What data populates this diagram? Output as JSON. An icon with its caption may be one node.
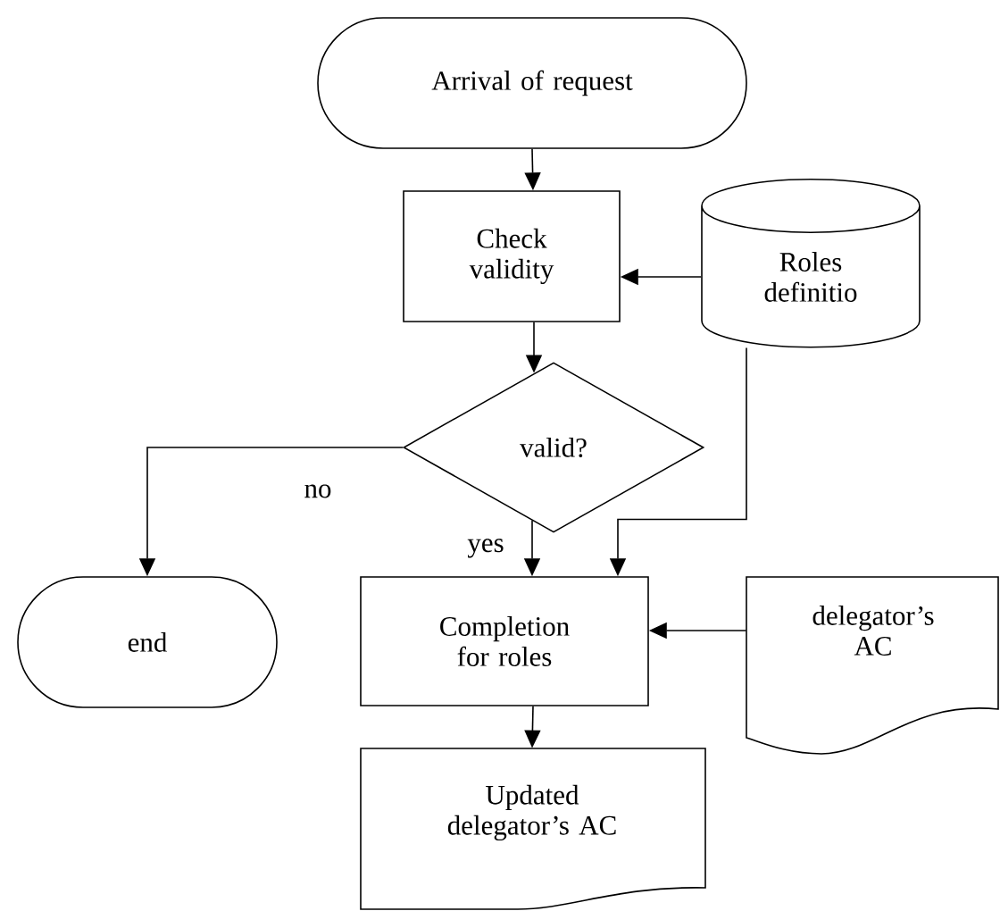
{
  "diagram": {
    "nodes": [
      {
        "text": [
          "Arrival of request"
        ]
      },
      {
        "text": [
          "Check validity"
        ]
      },
      {
        "text": [
          "Roles definitio"
        ]
      },
      {
        "text": [
          "valid?"
        ]
      },
      {
        "text": [
          "end"
        ]
      },
      {
        "text": [
          "Completion for roles"
        ]
      },
      {
        "text": [
          "delegator’s AC"
        ]
      },
      {
        "text": [
          "Updated delegator’s AC"
        ]
      }
    ],
    "edges": [
      {
        "from": 0,
        "to": 1,
        "arrow": "to"
      },
      {
        "from": 2,
        "to": 1,
        "arrow": "to"
      },
      {
        "from": 1,
        "to": 3,
        "arrow": "to"
      },
      {
        "from": 3,
        "to": 4,
        "arrow": "to",
        "label": "no"
      },
      {
        "from": 3,
        "to": 5,
        "arrow": "to",
        "label": "yes"
      },
      {
        "from": 2,
        "to": 5,
        "arrow": "to"
      },
      {
        "from": 6,
        "to": 5,
        "arrow": "to"
      },
      {
        "from": 5,
        "to": 7,
        "arrow": "to"
      }
    ]
  }
}
